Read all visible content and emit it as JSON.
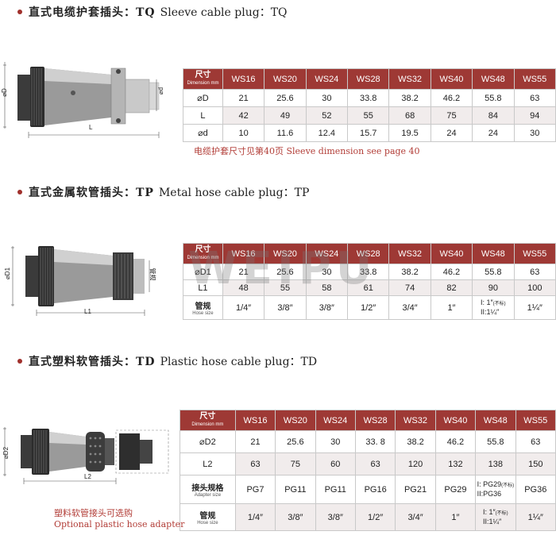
{
  "watermark": "WEIPU",
  "sections": [
    {
      "id": "tq",
      "title_cn": "直式电缆护套插头：TQ",
      "title_en": "Sleeve cable plug：TQ",
      "header_label_cn": "尺寸",
      "header_label_en": "Dimension mm",
      "columns": [
        "WS16",
        "WS20",
        "WS24",
        "WS28",
        "WS32",
        "WS40",
        "WS48",
        "WS55"
      ],
      "rows": [
        {
          "label": "⌀D",
          "values": [
            "21",
            "25.6",
            "30",
            "33.8",
            "38.2",
            "46.2",
            "55.8",
            "63"
          ]
        },
        {
          "label": "L",
          "values": [
            "42",
            "49",
            "52",
            "55",
            "68",
            "75",
            "84",
            "94"
          ]
        },
        {
          "label": "⌀d",
          "values": [
            "10",
            "11.6",
            "12.4",
            "15.7",
            "19.5",
            "24",
            "24",
            "30"
          ]
        }
      ],
      "note": "电缆护套尺寸见第40页 Sleeve dimension see page 40",
      "drawing_labels": {
        "d_outer": "⌀D",
        "d_inner": "⌀d",
        "length": "L"
      }
    },
    {
      "id": "tp",
      "title_cn": "直式金属软管插头：TP",
      "title_en": "Metal hose cable plug：TP",
      "header_label_cn": "尺寸",
      "header_label_en": "Dimension mm",
      "columns": [
        "WS16",
        "WS20",
        "WS24",
        "WS28",
        "WS32",
        "WS40",
        "WS48",
        "WS55"
      ],
      "rows": [
        {
          "label": "⌀D1",
          "values": [
            "21",
            "25.6",
            "30",
            "33.8",
            "38.2",
            "46.2",
            "55.8",
            "63"
          ]
        },
        {
          "label": "L1",
          "values": [
            "48",
            "55",
            "58",
            "61",
            "74",
            "82",
            "90",
            "100"
          ]
        }
      ],
      "hose_row": {
        "label_cn": "管规",
        "label_en": "Hose size",
        "values": [
          "1/4″",
          "3/8″",
          "3/8″",
          "1/2″",
          "3/4″",
          "1″"
        ],
        "ws48_line1": "I: 1″",
        "ws48_small": "(不标)",
        "ws48_line2": "II:1¼″",
        "ws55": "1¼″"
      },
      "drawing_labels": {
        "d_outer": "⌀D1",
        "pipe": "管规",
        "length": "L1"
      }
    },
    {
      "id": "td",
      "title_cn": "直式塑料软管插头：TD",
      "title_en": "Plastic hose cable plug：TD",
      "header_label_cn": "尺寸",
      "header_label_en": "Dimension mm",
      "columns": [
        "WS16",
        "WS20",
        "WS24",
        "WS28",
        "WS32",
        "WS40",
        "WS48",
        "WS55"
      ],
      "rows": [
        {
          "label": "⌀D2",
          "values": [
            "21",
            "25.6",
            "30",
            "33. 8",
            "38.2",
            "46.2",
            "55.8",
            "63"
          ]
        },
        {
          "label": "L2",
          "values": [
            "63",
            "75",
            "60",
            "63",
            "120",
            "132",
            "138",
            "150"
          ]
        }
      ],
      "adapter_row": {
        "label_cn": "接头规格",
        "label_en": "Adapter size",
        "values": [
          "PG7",
          "PG11",
          "PG11",
          "PG16",
          "PG21",
          "PG29"
        ],
        "ws48_line1": "I: PG29",
        "ws48_small": "(不标)",
        "ws48_line2": "II:PG36",
        "ws55": "PG36"
      },
      "hose_row": {
        "label_cn": "管规",
        "label_en": "Hose size",
        "values": [
          "1/4″",
          "3/8″",
          "3/8″",
          "1/2″",
          "3/4″",
          "1″"
        ],
        "ws48_line1": "I: 1″",
        "ws48_small": "(不标)",
        "ws48_line2": "II:1¼″",
        "ws55": "1¼″"
      },
      "adapter_note_cn": "塑料软管接头可选购",
      "adapter_note_en": "Optional plastic hose adapter",
      "drawing_labels": {
        "d_outer": "⌀D2",
        "length": "L2"
      }
    }
  ]
}
